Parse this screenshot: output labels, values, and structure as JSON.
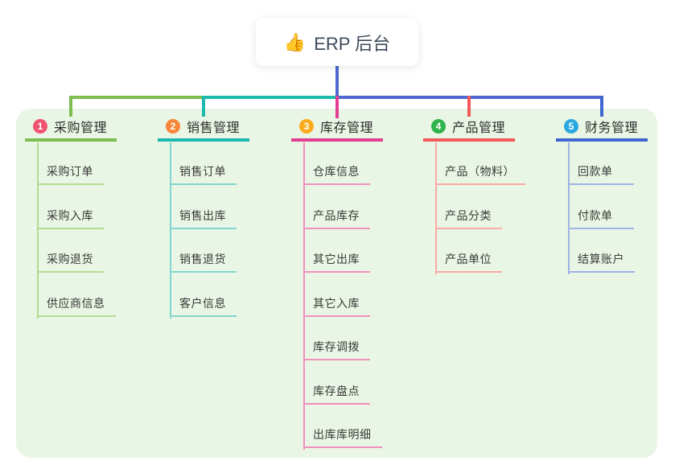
{
  "root": {
    "icon": "👍",
    "title": "ERP 后台"
  },
  "colors": {
    "canvas_bg": "#FFFFFF",
    "panel_bg": "#EAF6E5",
    "root_connector": "#4D68D0",
    "root_text": "#3D4A5C",
    "node_text": "#3A3A3A"
  },
  "branches": [
    {
      "index": "1",
      "name": "采购管理",
      "badge_color": "#F0536F",
      "line_color": "#7EBE50",
      "child_line_color": "#B4DB8F",
      "children": [
        "采购订单",
        "采购入库",
        "采购退货",
        "供应商信息"
      ]
    },
    {
      "index": "2",
      "name": "销售管理",
      "badge_color": "#F7863B",
      "line_color": "#1CB9AE",
      "child_line_color": "#82D6CE",
      "children": [
        "销售订单",
        "销售出库",
        "销售退货",
        "客户信息"
      ]
    },
    {
      "index": "3",
      "name": "库存管理",
      "badge_color": "#FAAC1D",
      "line_color": "#E23E92",
      "child_line_color": "#F090BE",
      "children": [
        "仓库信息",
        "产品库存",
        "其它出库",
        "其它入库",
        "库存调拨",
        "库存盘点",
        "出库库明细"
      ]
    },
    {
      "index": "4",
      "name": "产品管理",
      "badge_color": "#2FB44D",
      "line_color": "#F2595B",
      "child_line_color": "#F8A9A5",
      "children": [
        "产品（物料）",
        "产品分类",
        "产品单位"
      ]
    },
    {
      "index": "5",
      "name": "财务管理",
      "badge_color": "#2AA9E0",
      "line_color": "#4066D0",
      "child_line_color": "#9FB2E5",
      "children": [
        "回款单",
        "付款单",
        "结算账户"
      ]
    }
  ]
}
